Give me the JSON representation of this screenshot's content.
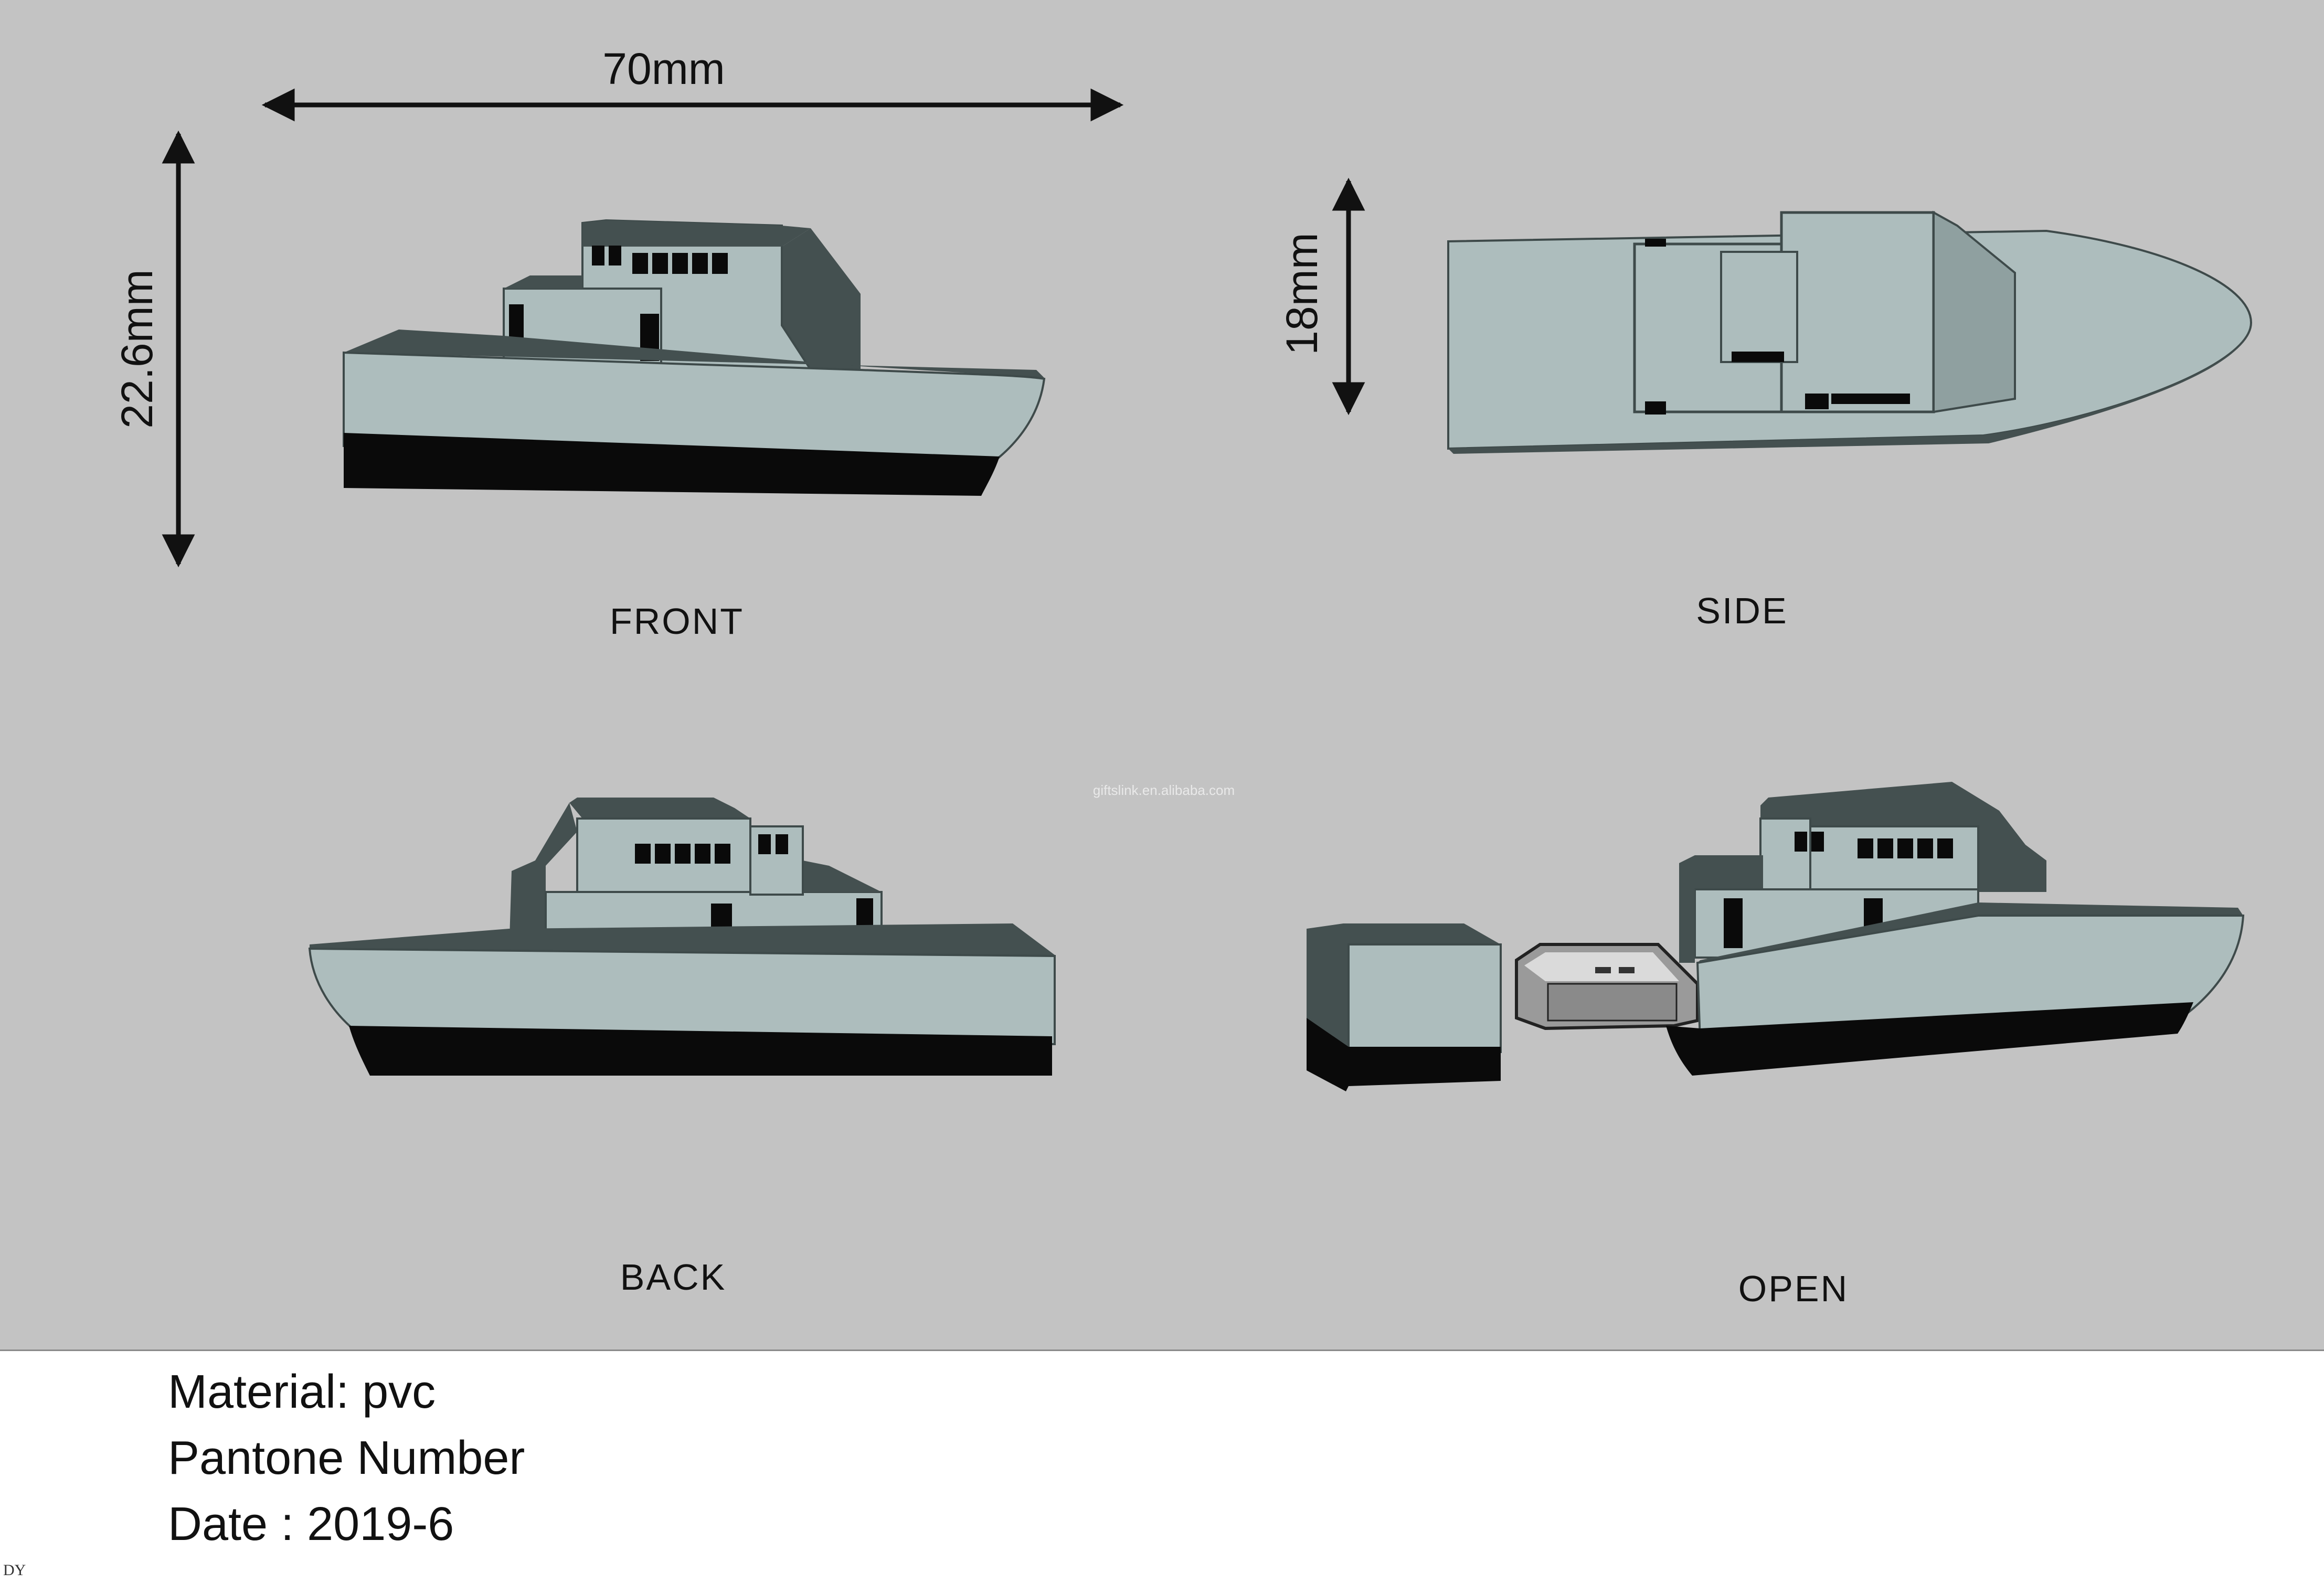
{
  "dimensions": {
    "length": "70mm",
    "height": "22.6mm",
    "width": "18mm"
  },
  "views": {
    "front": "FRONT",
    "side": "SIDE",
    "back": "BACK",
    "open": "OPEN"
  },
  "watermark": "giftslink.en.alibaba.com",
  "specs": {
    "material": "Material: pvc",
    "pantone": "Pantone Number",
    "date": "Date : 2019-6"
  },
  "corner_code": "DY",
  "colors": {
    "panel_background": "#c3c3c3",
    "hull_light": "#adbdbd",
    "hull_dark": "#445050",
    "keel": "#0a0a0a",
    "usb_metal": "#9a9a9a"
  }
}
